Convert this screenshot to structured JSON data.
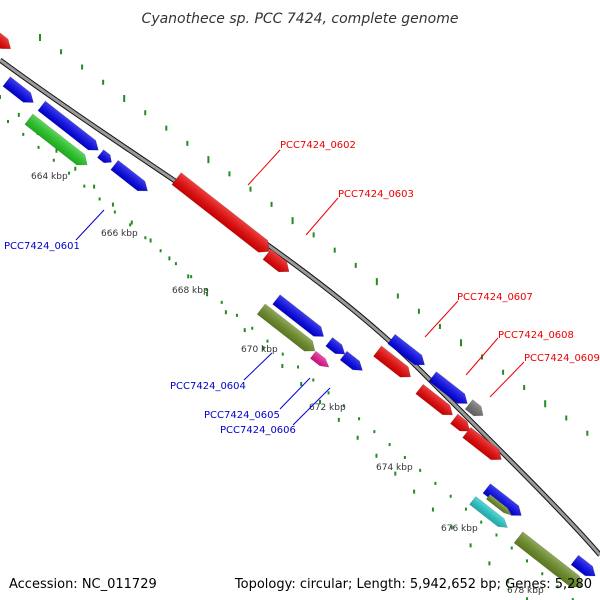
{
  "title": "Cyanothece sp. PCC 7424, complete genome",
  "footer": {
    "accession": "Accession: NC_011729",
    "topology": "Topology: circular; Length: 5,942,652 bp; Genes: 5,280"
  },
  "colors": {
    "forward": "#ee0000",
    "reverse": "#0000ee",
    "green": "#22cc22",
    "olive": "#6b8e23",
    "magenta": "#ee1493",
    "gray": "#707070",
    "cyan": "#22cccc",
    "ticks": "#228b22",
    "backbone": "#888888"
  },
  "kbp_labels": [
    "664 kbp",
    "666 kbp",
    "668 kbp",
    "670 kbp",
    "672 kbp",
    "674 kbp",
    "676 kbp",
    "678 kbp"
  ],
  "gene_labels": {
    "g0601": "PCC7424_0601",
    "g0602": "PCC7424_0602",
    "g0603": "PCC7424_0603",
    "g0604": "PCC7424_0604",
    "g0605": "PCC7424_0605",
    "g0606": "PCC7424_0606",
    "g0607": "PCC7424_0607",
    "g0608": "PCC7424_0608",
    "g0609": "PCC7424_0609"
  }
}
